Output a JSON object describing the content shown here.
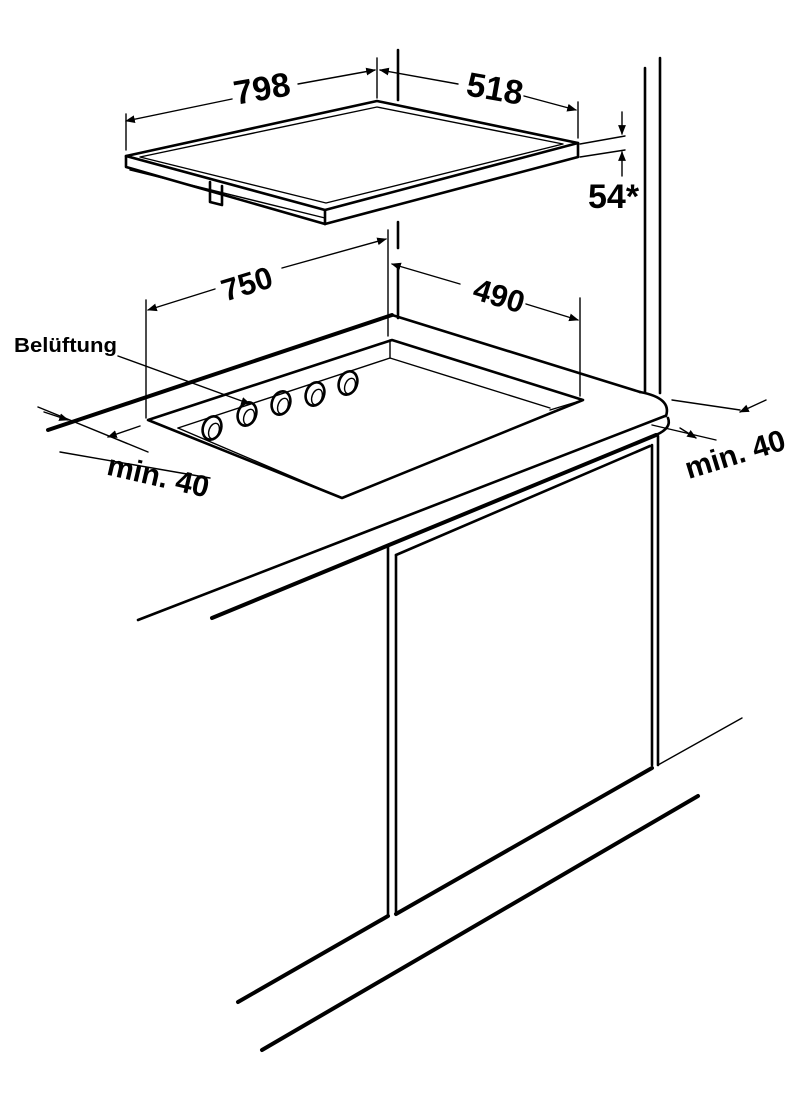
{
  "hob": {
    "width_label": "798",
    "depth_label": "518",
    "height_label": "54*"
  },
  "cutout": {
    "width_label": "750",
    "depth_label": "490",
    "ventilation_label": "Belüftung"
  },
  "clearances": {
    "front_label": "min. 40",
    "back_label": "min. 40"
  },
  "colors": {
    "line": "#000000",
    "background": "#ffffff"
  }
}
